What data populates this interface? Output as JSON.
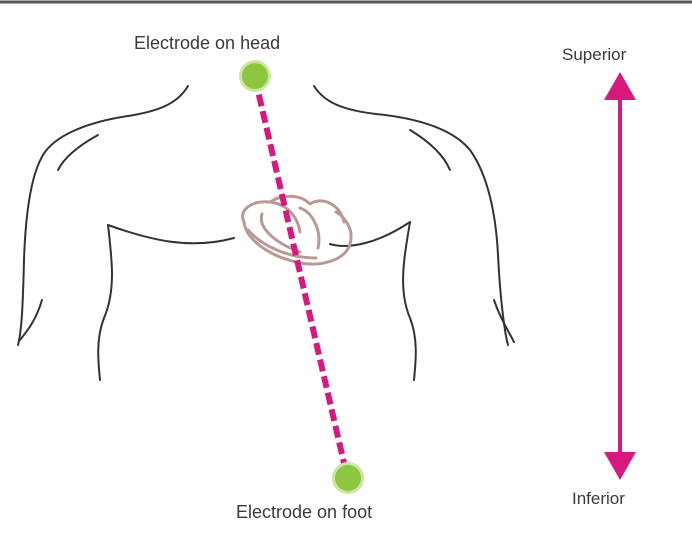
{
  "labels": {
    "electrode_head": "Electrode on head",
    "electrode_foot": "Electrode on foot",
    "superior": "Superior",
    "inferior": "Inferior"
  },
  "colors": {
    "electrode_fill": "#8dc63f",
    "electrode_ring": "#c9e7a2",
    "lead_line": "#d6187f",
    "axis_arrow": "#d6187f",
    "body_outline": "#333333",
    "heart_outline": "#b89a92",
    "top_border": "#555555"
  },
  "icons": {
    "body": "torso-outline-icon",
    "heart": "heart-outline-icon",
    "electrode": "electrode-dot-icon",
    "axis": "double-arrow-icon"
  }
}
